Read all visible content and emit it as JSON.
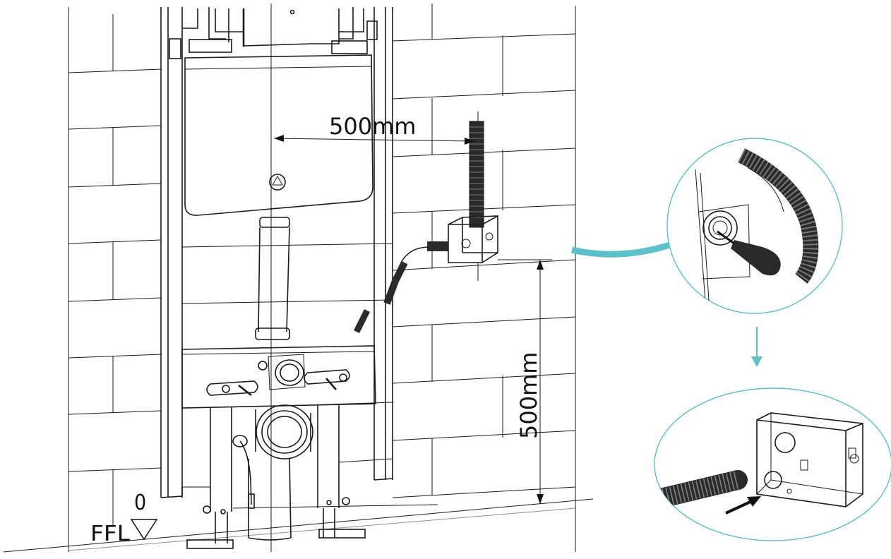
{
  "dimensions": {
    "horizontal_label": "500mm",
    "vertical_label": "500mm"
  },
  "floor": {
    "ffl_label": "FFL",
    "zero_label": "0"
  },
  "colors": {
    "line": "#1a1a1a",
    "accent": "#5bc0c8",
    "background": "#ffffff"
  },
  "icons": {
    "recycle_symbol": "recycle-icon"
  }
}
